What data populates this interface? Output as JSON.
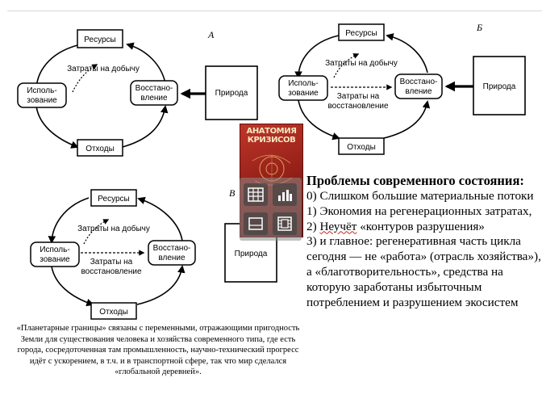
{
  "diagram": {
    "panel_a": {
      "letter": "А",
      "resources": "Ресурсы",
      "waste": "Отходы",
      "use": [
        "Исполь-",
        "зование"
      ],
      "restore": [
        "Восстано-",
        "вление"
      ],
      "nature": "Природа",
      "extraction_cost": "Затраты на добычу"
    },
    "panel_b": {
      "letter": "Б",
      "resources": "Ресурсы",
      "waste": "Отходы",
      "use": [
        "Исполь-",
        "зование"
      ],
      "restore": [
        "Восстано-",
        "вление"
      ],
      "nature": "Природа",
      "extraction_cost": "Затраты на добычу",
      "restoration_cost": [
        "Затраты на",
        "восстановление"
      ]
    },
    "panel_c": {
      "letter": "В",
      "resources": "Ресурсы",
      "waste": "Отходы",
      "use": [
        "Исполь-",
        "зование"
      ],
      "restore": [
        "Восстано-",
        "вление"
      ],
      "nature": "Природа",
      "extraction_cost": "Затраты на добычу",
      "restoration_cost": [
        "Затраты на",
        "восстановление"
      ]
    }
  },
  "caption": "«Планетарные границы» связаны с переменными, отражающими пригодность Земли для существования человека и хозяйства современного типа, где есть города, сосредоточенная там промышленность, научно-технический прогресс идёт с ускорением, в т.ч. и в транспортной сфере, так что мир сделался «глобальной деревней».",
  "book": {
    "title_lines": [
      "АНАТОМИЯ",
      "КРИЗИСОВ"
    ]
  },
  "media_overlay": {
    "icons": [
      "table-icon",
      "chart-icon",
      "picture-icon",
      "video-icon"
    ]
  },
  "problems": {
    "heading": "Проблемы современного состояния:",
    "item0": "0) Слишком большие материальные потоки",
    "item1": "1) Экономия на регенерационных затратах,",
    "item2_prefix": "2) ",
    "item2_flag": "Неучёт",
    "item2_rest": " «контуров разрушения»",
    "item3": "3) и главное: регенеративная часть цикла сегодня — не «работа» (отрасль хозяйства»), а «благотворительность», средства на которую заработаны избыточным потреблением и разрушением экосистем"
  },
  "colors": {
    "line": "#000000",
    "book_red": "#b02a20",
    "book_title": "#f3e9c0",
    "overlay": "#8c8c8c"
  }
}
